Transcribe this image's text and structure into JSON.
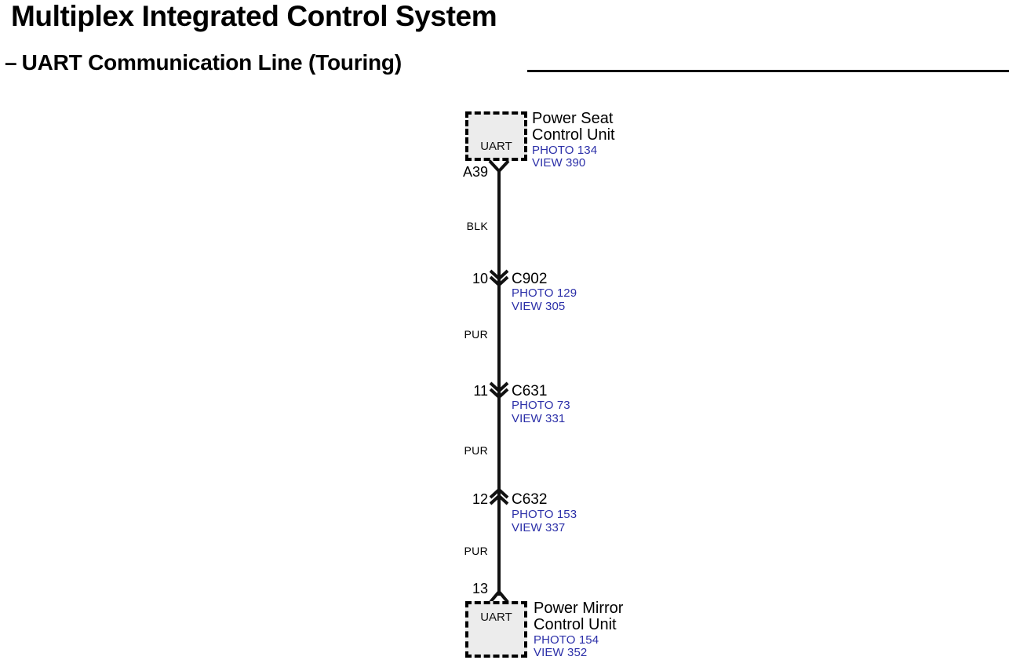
{
  "header": {
    "title": "Multiplex Integrated Control System",
    "dash": "–",
    "subtitle": "UART Communication Line (Touring)"
  },
  "colors": {
    "reference_link": "#2b2fa8",
    "wire": "#111111",
    "box_fill": "#ececec",
    "box_border": "#000000"
  },
  "diagram": {
    "top_unit": {
      "name_line1": "Power Seat",
      "name_line2": "Control Unit",
      "port_label": "UART",
      "photo_ref": "PHOTO 134",
      "view_ref": "VIEW 390",
      "terminal_label": "A39",
      "connector_icon": "female-connector-icon"
    },
    "bottom_unit": {
      "name_line1": "Power Mirror",
      "name_line2": "Control Unit",
      "port_label": "UART",
      "photo_ref": "PHOTO 154",
      "view_ref": "VIEW 352",
      "terminal_label": "13",
      "connector_icon": "arrow-up-connector-icon"
    },
    "wire_segments": [
      {
        "color_code": "BLK"
      },
      {
        "color_code": "PUR"
      },
      {
        "color_code": "PUR"
      },
      {
        "color_code": "PUR"
      }
    ],
    "connectors": [
      {
        "pin": "10",
        "name": "C902",
        "photo_ref": "PHOTO 129",
        "view_ref": "VIEW 305",
        "direction": "down",
        "icon": "chevron-down-connector-icon"
      },
      {
        "pin": "11",
        "name": "C631",
        "photo_ref": "PHOTO 73",
        "view_ref": "VIEW 331",
        "direction": "down",
        "icon": "chevron-down-connector-icon"
      },
      {
        "pin": "12",
        "name": "C632",
        "photo_ref": "PHOTO 153",
        "view_ref": "VIEW 337",
        "direction": "up",
        "icon": "chevron-up-connector-icon"
      }
    ]
  }
}
